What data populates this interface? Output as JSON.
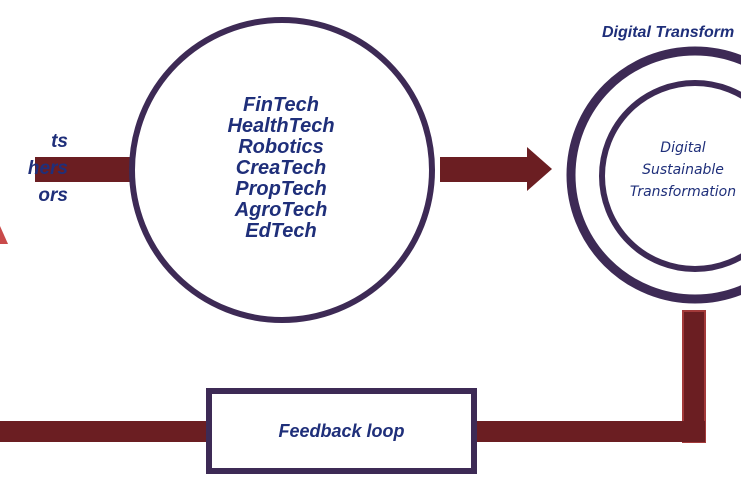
{
  "diagram": {
    "left_partial_labels": [
      "ts",
      "hers",
      "ors"
    ],
    "center_circle_items": [
      "FinTech",
      "HealthTech",
      "Robotics",
      "CreaTech",
      "PropTech",
      "AgroTech",
      "EdTech"
    ],
    "outer_ring_label": "Digital Transform",
    "inner_circle_lines": [
      "Digital",
      "Sustainable",
      "Transformation"
    ],
    "feedback_label": "Feedback loop"
  },
  "colors": {
    "arrow": "#6b1e22",
    "arrow_edge": "#a33a3a",
    "circle_border": "#3d2a55",
    "text": "#1f2f7a"
  }
}
